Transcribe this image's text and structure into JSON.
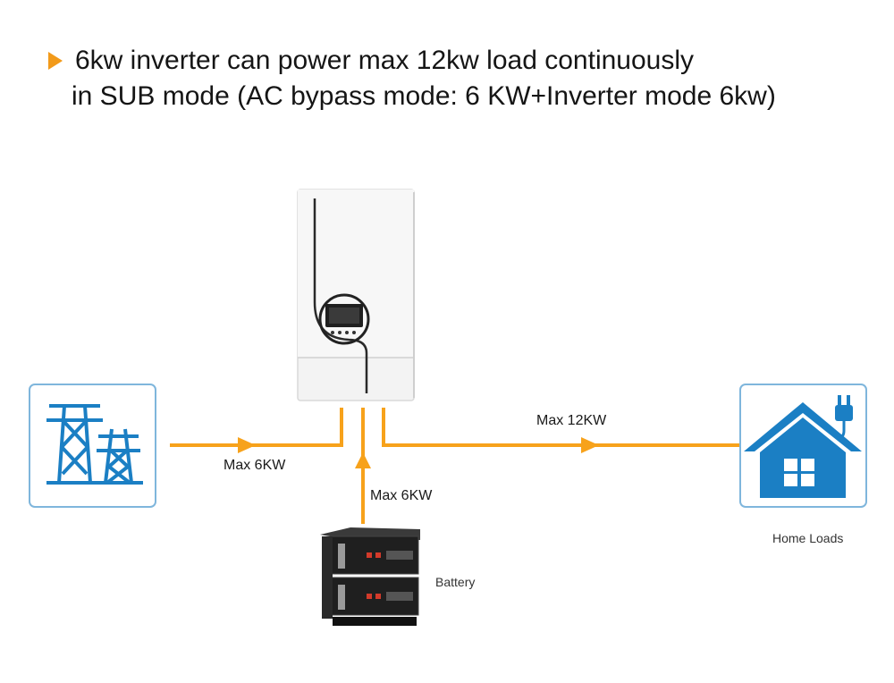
{
  "title": {
    "line1": "6kw inverter can power max 12kw load continuously",
    "line2": "in SUB mode (AC bypass mode: 6 KW+Inverter mode 6kw)"
  },
  "labels": {
    "grid_power": "Max 6KW",
    "battery_power": "Max 6KW",
    "load_power": "Max 12KW",
    "home_loads": "Home Loads",
    "battery": "Battery"
  },
  "colors": {
    "flow": "#f7a21b",
    "icon_blue": "#1b7fc4",
    "accent": "#f29a1a"
  },
  "icons": {
    "grid": "power-tower-icon",
    "home": "house-plug-icon",
    "inverter": "inverter-device",
    "battery": "battery-rack"
  }
}
